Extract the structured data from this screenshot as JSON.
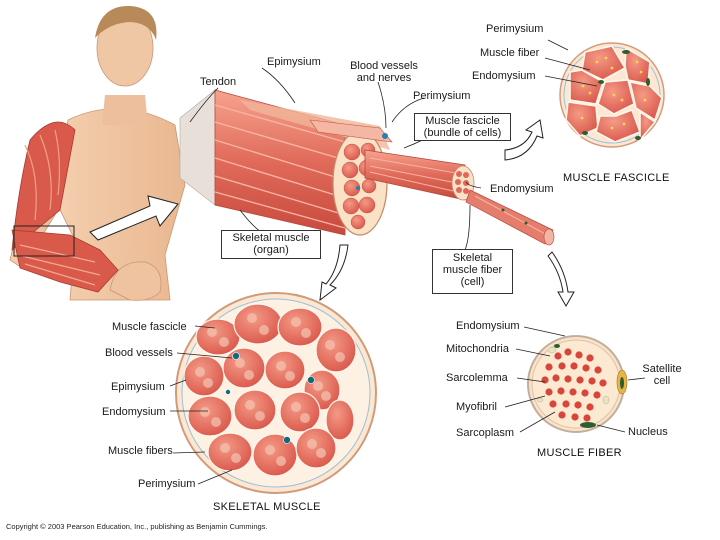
{
  "labels": {
    "tendon": "Tendon",
    "epimysium_top": "Epimysium",
    "blood_vessels_nerves": [
      "Blood vessels",
      "and nerves"
    ],
    "perimysium_mid": "Perimysium",
    "muscle_fascicle_box": [
      "Muscle fascicle",
      "(bundle of cells)"
    ],
    "endomysium_mid": "Endomysium",
    "skeletal_muscle_organ": [
      "Skeletal muscle",
      "(organ)"
    ],
    "skeletal_muscle_fiber_cell": [
      "Skeletal",
      "muscle fiber",
      "(cell)"
    ],
    "fascicle_perimysium": "Perimysium",
    "fascicle_muscle_fiber": "Muscle fiber",
    "fascicle_endomysium": "Endomysium",
    "fascicle_title": "MUSCLE FASCICLE",
    "cs_muscle_fascicle": "Muscle fascicle",
    "cs_blood_vessels": "Blood vessels",
    "cs_epimysium": "Epimysium",
    "cs_endomysium": "Endomysium",
    "cs_muscle_fibers": "Muscle fibers",
    "cs_perimysium": "Perimysium",
    "cs_title": "SKELETAL MUSCLE",
    "fiber_endomysium": "Endomysium",
    "fiber_mitochondria": "Mitochondria",
    "fiber_sarcolemma": "Sarcolemma",
    "fiber_myofibril": "Myofibril",
    "fiber_sarcoplasm": "Sarcoplasm",
    "fiber_satellite_cell": [
      "Satellite",
      "cell"
    ],
    "fiber_nucleus": "Nucleus",
    "fiber_title": "MUSCLE FIBER"
  },
  "copyright": "Copyright © 2003 Pearson Education, Inc., publishing as Benjamin Cummings.",
  "colors": {
    "muscle": "#e3705f",
    "muscle_dark": "#c9483c",
    "muscle_light": "#f2b3a3",
    "tissue": "#fbe3cc",
    "skin": "#f2c9a8",
    "nucleus": "#2e5d2e",
    "vessel": "#2a7fb0"
  }
}
